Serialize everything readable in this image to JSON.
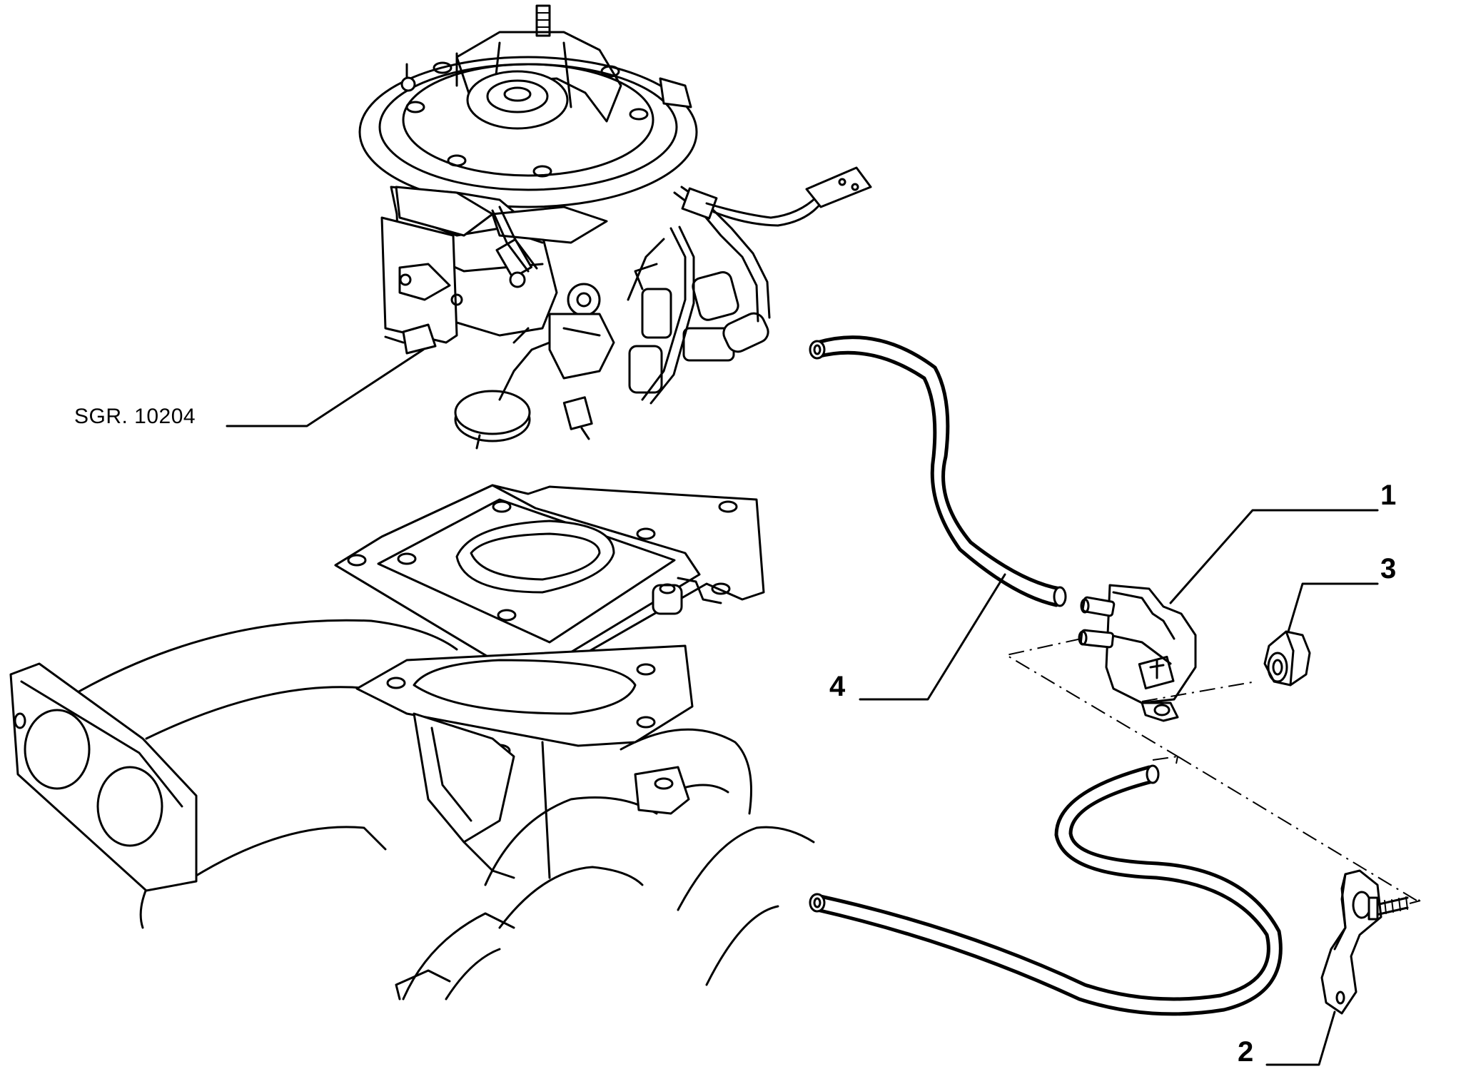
{
  "diagram": {
    "reference_label": "SGR. 10204",
    "callouts": [
      {
        "id": "1",
        "label": "1"
      },
      {
        "id": "2",
        "label": "2"
      },
      {
        "id": "3",
        "label": "3"
      },
      {
        "id": "4",
        "label": "4"
      }
    ]
  }
}
